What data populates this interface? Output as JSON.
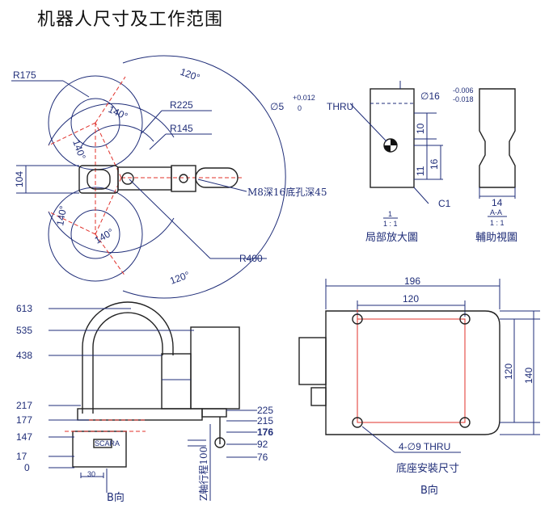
{
  "title": "机器人尺寸及工作范围",
  "top_view": {
    "dims": [
      "R175",
      "120°",
      "140°",
      "140°",
      "R225",
      "R145",
      "104",
      "140°",
      "140°",
      "R400",
      "120°"
    ],
    "note": "M8深16底孔深45"
  },
  "detail_view": {
    "hole": "∅5",
    "hole_tol_upper": "+0.012",
    "hole_tol_lower": "0",
    "thru": "THRU",
    "shaft": "∅16",
    "shaft_tol_upper": "-0.006",
    "shaft_tol_lower": "-0.018",
    "dim_10": "10",
    "dim_11": "11",
    "dim_16": "16",
    "chamfer": "C1",
    "scale_num": "1",
    "scale": "1 : 1",
    "caption": "局部放大圖"
  },
  "aux_view": {
    "dim_14": "14",
    "section": "A-A",
    "scale": "1 : 1",
    "caption": "輔助視圖"
  },
  "side_view": {
    "left_dims": [
      "613",
      "535",
      "438",
      "217",
      "177",
      "147",
      "17",
      "0"
    ],
    "right_dims": [
      "225",
      "215",
      "176",
      "92",
      "76"
    ],
    "bottom_dim": "30",
    "b_label": "B向",
    "stroke_label": "Z軸行程100",
    "model_label": "SCARA"
  },
  "base_view": {
    "dim_196": "196",
    "dim_120_top": "120",
    "dim_120_right": "120",
    "dim_140": "140",
    "holes": "4-∅9 THRU",
    "caption": "底座安裝尺寸",
    "b_label": "B向"
  }
}
